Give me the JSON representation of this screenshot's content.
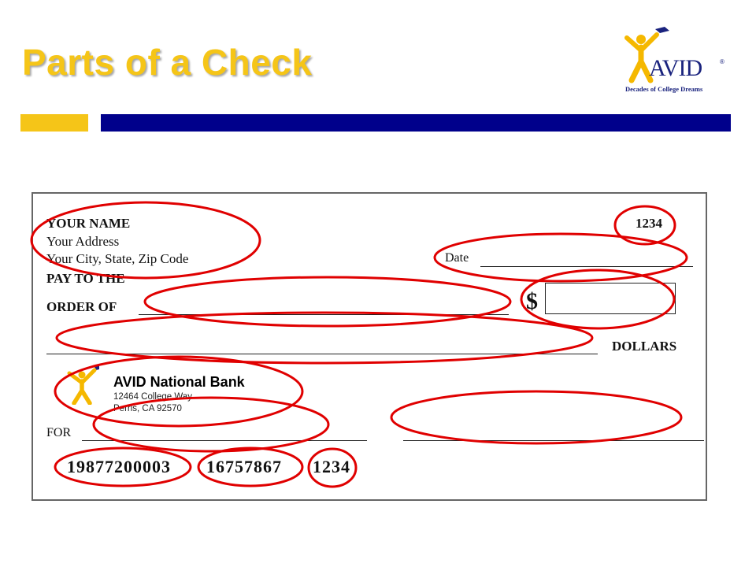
{
  "slide": {
    "title": "Parts of a Check"
  },
  "logo": {
    "wordmark": "AVID",
    "registered": "®",
    "tagline": "Decades of College Dreams"
  },
  "check": {
    "name": "YOUR NAME",
    "address": "Your Address",
    "city_line": "Your City, State, Zip Code",
    "check_number": "1234",
    "date_label": "Date",
    "pay_to_the": "PAY TO THE",
    "order_of": "ORDER OF",
    "dollar_sign": "$",
    "dollars_label": "DOLLARS",
    "bank": {
      "name": "AVID National Bank",
      "street": "12464 College Way",
      "city": "Perris, CA 92570"
    },
    "for_label": "FOR",
    "routing_number": "19877200003",
    "account_number": "16757867",
    "micr_check_number": "1234"
  },
  "colors": {
    "title": "#f5c518",
    "accent_bar_left": "#f5c518",
    "accent_bar_right": "#00008b",
    "highlight_circles": "#e00000",
    "logo": "#1a237e",
    "logo_figure": "#f5b800"
  }
}
